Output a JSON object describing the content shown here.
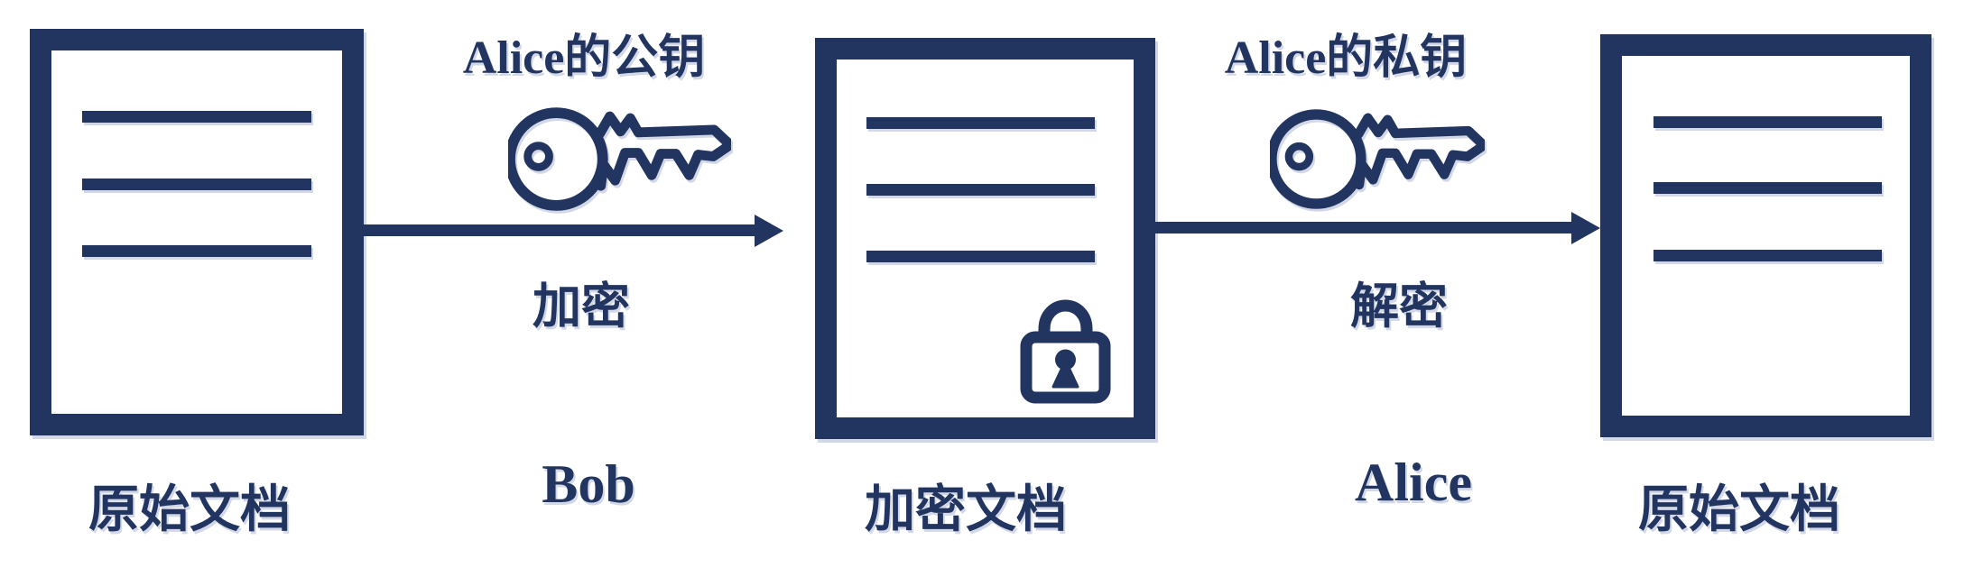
{
  "colors": {
    "navy": "#223560",
    "halo": "rgba(165,178,208,0.5)",
    "background": "#ffffff"
  },
  "documents": [
    {
      "label": "原始文档",
      "lines": 3,
      "locked": false
    },
    {
      "label": "加密文档",
      "lines": 3,
      "locked": true
    },
    {
      "label": "原始文档",
      "lines": 3,
      "locked": false
    }
  ],
  "steps": [
    {
      "key_label": "Alice的公钥",
      "key_icon": "key-icon",
      "action_label": "加密",
      "actor_label": "Bob"
    },
    {
      "key_label": "Alice的私钥",
      "key_icon": "key-icon",
      "action_label": "解密",
      "actor_label": "Alice"
    }
  ]
}
